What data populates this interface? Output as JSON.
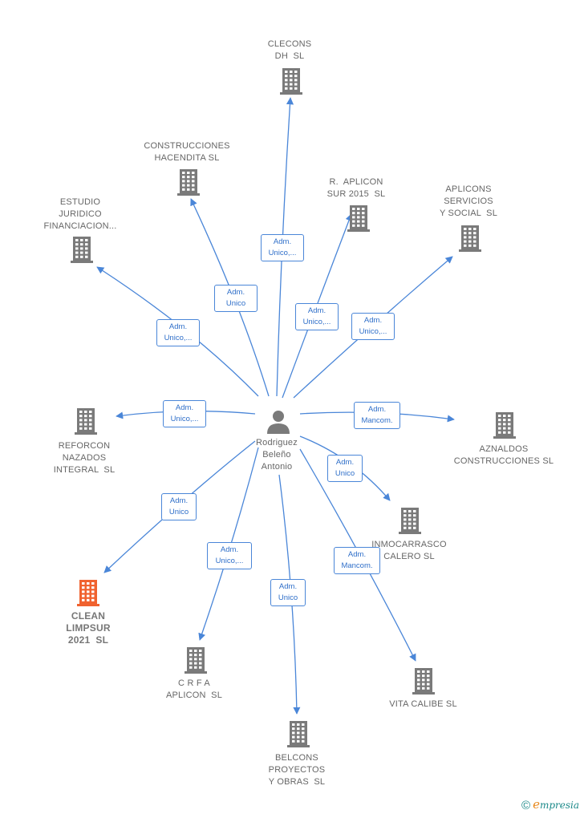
{
  "center": {
    "label": "Rodriguez\nBeleño\nAntonio"
  },
  "companies": [
    {
      "id": "clecons",
      "label": "CLECONS\nDH  SL",
      "highlight": false
    },
    {
      "id": "construcciones-hacendita",
      "label": "CONSTRUCCIONES\nHACENDITA SL",
      "highlight": false
    },
    {
      "id": "r-aplicon",
      "label": "R.  APLICON\nSUR 2015  SL",
      "highlight": false
    },
    {
      "id": "aplicons",
      "label": "APLICONS\nSERVICIOS\nY SOCIAL  SL",
      "highlight": false
    },
    {
      "id": "estudio",
      "label": "ESTUDIO\nJURIDICO\nFINANCIACION...",
      "highlight": false
    },
    {
      "id": "reforcon",
      "label": "REFORCON\nNAZADOS\nINTEGRAL  SL",
      "highlight": false
    },
    {
      "id": "aznaldos",
      "label": "AZNALDOS\nCONSTRUCCIONES SL",
      "highlight": false
    },
    {
      "id": "inmocarrasco",
      "label": "INMOCARRASCO\nCALERO SL",
      "highlight": false
    },
    {
      "id": "clean",
      "label": "CLEAN\nLIMPSUR\n2021  SL",
      "highlight": true
    },
    {
      "id": "crfa",
      "label": "C R F A\nAPLICON  SL",
      "highlight": false
    },
    {
      "id": "belcons",
      "label": "BELCONS\nPROYECTOS\nY OBRAS  SL",
      "highlight": false
    },
    {
      "id": "vita",
      "label": "VITA CALIBE SL",
      "highlight": false
    }
  ],
  "relations": [
    {
      "target": "clecons",
      "label": "Adm.\nUnico,..."
    },
    {
      "target": "construcciones-hacendita",
      "label": "Adm.\nUnico"
    },
    {
      "target": "r-aplicon",
      "label": "Adm.\nUnico,..."
    },
    {
      "target": "aplicons",
      "label": "Adm.\nUnico,..."
    },
    {
      "target": "estudio",
      "label": "Adm.\nUnico,..."
    },
    {
      "target": "reforcon",
      "label": "Adm.\nUnico,..."
    },
    {
      "target": "aznaldos",
      "label": "Adm.\nMancom."
    },
    {
      "target": "inmocarrasco",
      "label": "Adm.\nUnico"
    },
    {
      "target": "clean",
      "label": "Adm.\nUnico"
    },
    {
      "target": "crfa",
      "label": "Adm.\nUnico,..."
    },
    {
      "target": "belcons",
      "label": "Adm.\nUnico"
    },
    {
      "target": "vita",
      "label": "Adm.\nMancom."
    }
  ],
  "colors": {
    "building": "#7a7a7a",
    "building_highlight": "#f0622f",
    "edge": "#4a86d8",
    "person": "#7a7a7a"
  },
  "footer": {
    "copyright": "©",
    "brand_initial": "e",
    "brand_rest": "mpresia"
  }
}
